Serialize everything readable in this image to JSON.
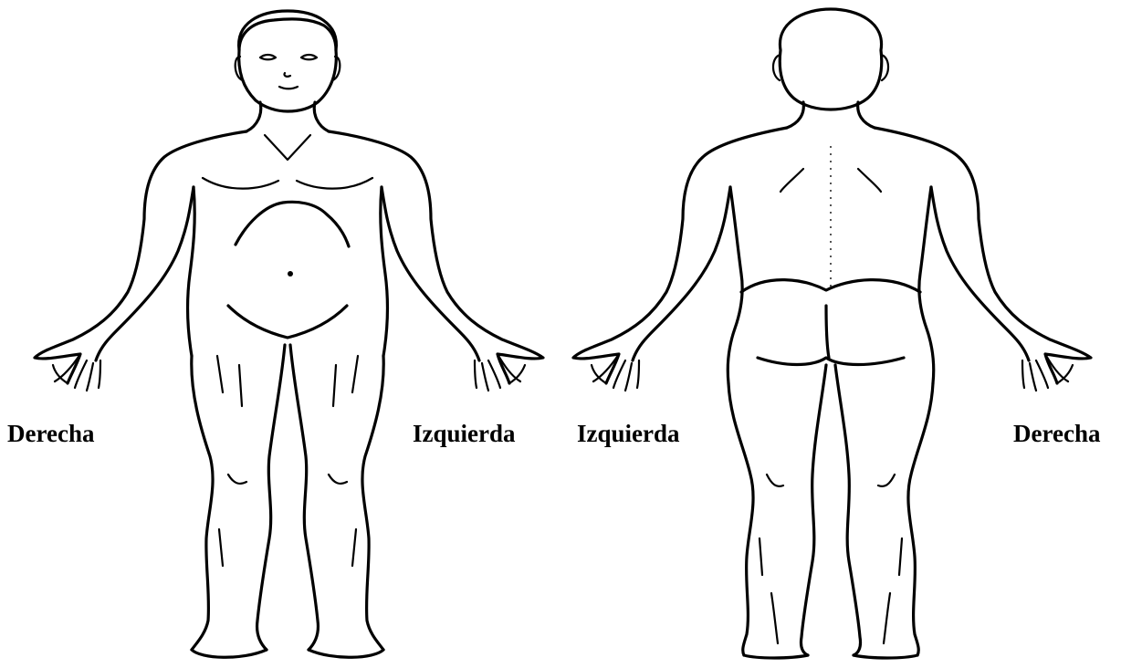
{
  "labels": {
    "front_right": "Derecha",
    "front_left": "Izquierda",
    "back_left": "Izquierda",
    "back_right": "Derecha"
  },
  "figures": {
    "front": {
      "view": "anterior",
      "icon": "human-body-front-outline"
    },
    "back": {
      "view": "posterior",
      "icon": "human-body-back-outline"
    }
  },
  "colors": {
    "line": "#000000",
    "background": "#ffffff"
  }
}
